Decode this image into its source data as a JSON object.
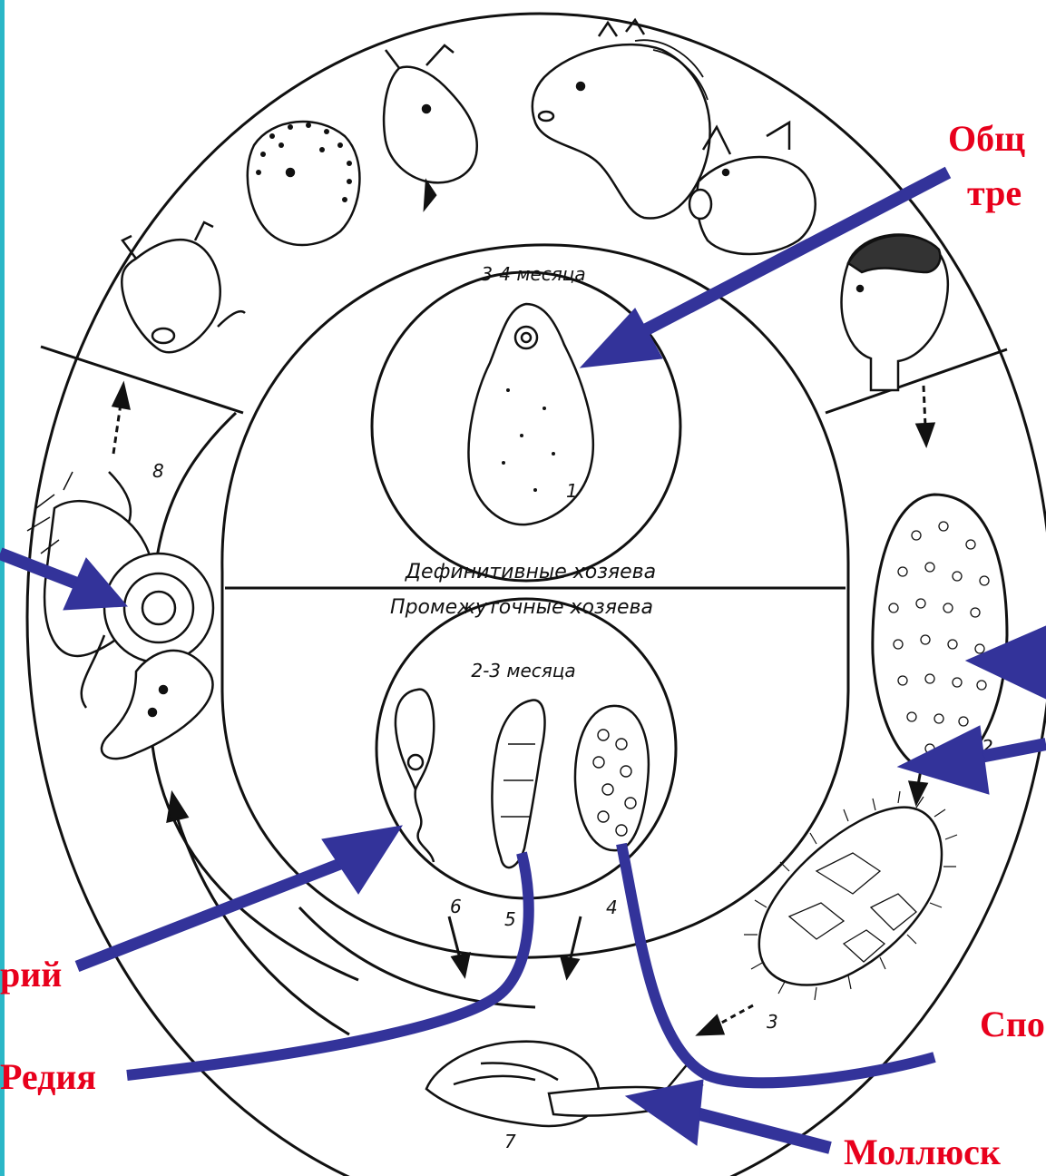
{
  "center": {
    "top_period": "3-4 месяца",
    "definitive_hosts": "Дефинитивные хозяева",
    "intermediate_hosts": "Промежуточные хозяева",
    "bottom_period": "2-3 месяца"
  },
  "stage_numbers": {
    "adult": "1",
    "egg": "2",
    "miracidium": "3",
    "sporocyst": "4",
    "redia": "5",
    "cercaria": "6",
    "snail": "7",
    "adolescaria": "8"
  },
  "labels": {
    "adult_line1": "Общ",
    "adult_line2": "тре",
    "cercaria_partial": "рий",
    "redia": "Редия",
    "sporocyst_partial": "Спо",
    "mollusk": "Моллюск"
  },
  "colors": {
    "arrow": "#33339a",
    "label": "#e8001c",
    "edge_bar": "#2bb7c7",
    "ink": "#111111"
  },
  "icons": [
    "cow-icon",
    "sheep-icon",
    "goat-icon",
    "horse-icon",
    "pig-icon",
    "human-icon",
    "snail-icon",
    "fluke-icon",
    "egg-icon",
    "miracidium-icon"
  ]
}
